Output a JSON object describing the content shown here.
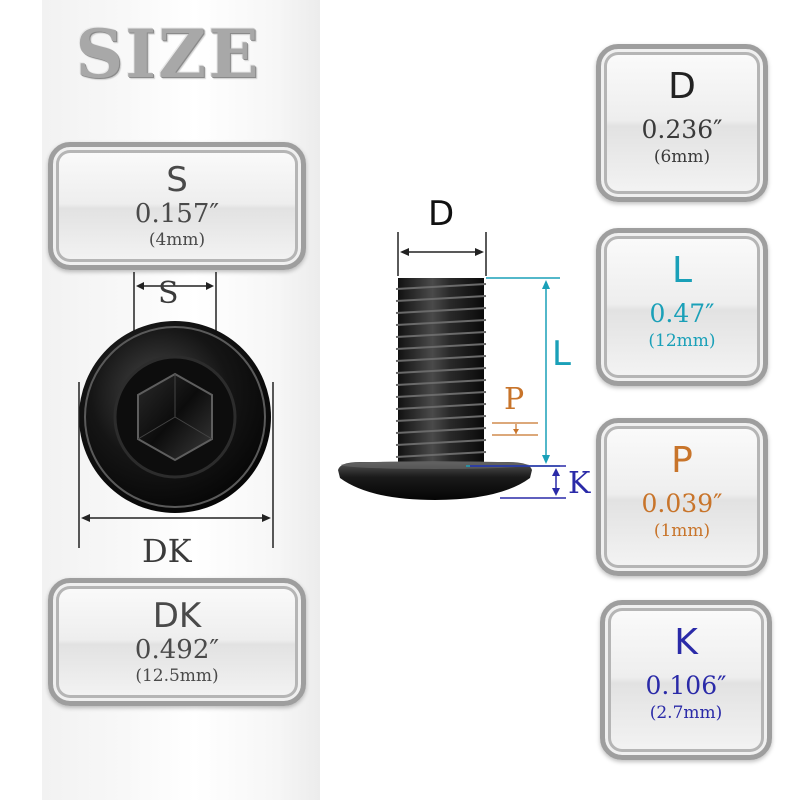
{
  "title": "SIZE",
  "colors": {
    "dark_text": "#3a3a3a",
    "L": "#1aa0b8",
    "P": "#c8742a",
    "K": "#2a2aa8"
  },
  "left_cards": {
    "S": {
      "letter": "S",
      "inch": "0.157″",
      "mm": "(4mm)"
    },
    "DK": {
      "letter": "DK",
      "inch": "0.492″",
      "mm": "(12.5mm)"
    }
  },
  "right_cards": {
    "D": {
      "letter": "D",
      "inch": "0.236″",
      "mm": "(6mm)"
    },
    "L": {
      "letter": "L",
      "inch": "0.47″",
      "mm": "(12mm)"
    },
    "P": {
      "letter": "P",
      "inch": "0.039″",
      "mm": "(1mm)"
    },
    "K": {
      "letter": "K",
      "inch": "0.106″",
      "mm": "(2.7mm)"
    }
  },
  "diagram_labels": {
    "S": "S",
    "DK": "DK",
    "D": "D",
    "L": "L",
    "P": "P",
    "K": "K"
  }
}
